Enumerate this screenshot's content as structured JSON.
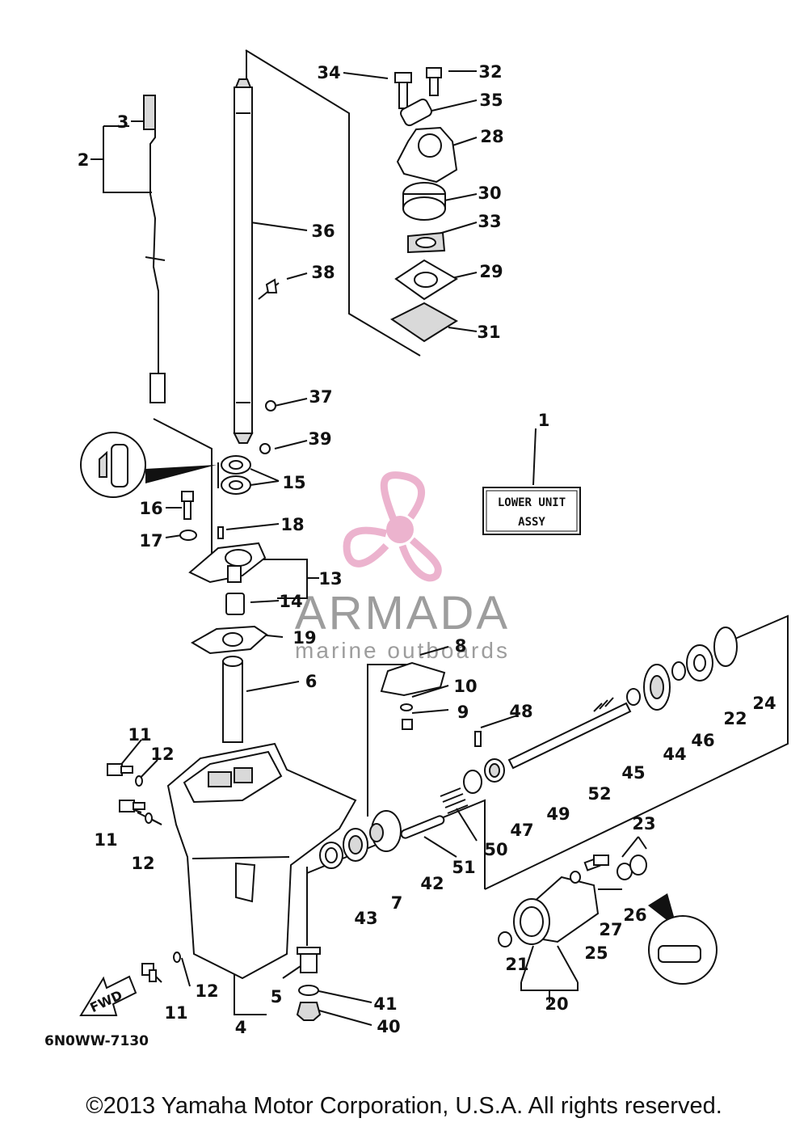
{
  "diagram_code": "6N0WW-7130",
  "assy_label": {
    "line1": "LOWER UNIT",
    "line2": "ASSY"
  },
  "fwd_label": "FWD",
  "watermark": {
    "brand": "ARMADA",
    "tagline": "marine outboards",
    "colors": {
      "propeller": "#e9a6c6",
      "text": "#8c8c8c"
    }
  },
  "copyright": "©2013 Yamaha Motor Corporation, U.S.A. All rights reserved.",
  "parts": [
    "1",
    "2",
    "3",
    "4",
    "5",
    "6",
    "7",
    "8",
    "9",
    "10",
    "11",
    "11",
    "11",
    "12",
    "12",
    "12",
    "13",
    "14",
    "15",
    "16",
    "17",
    "18",
    "19",
    "20",
    "21",
    "22",
    "23",
    "24",
    "25",
    "26",
    "27",
    "28",
    "29",
    "30",
    "31",
    "32",
    "33",
    "34",
    "35",
    "36",
    "37",
    "38",
    "39",
    "40",
    "41",
    "42",
    "43",
    "44",
    "45",
    "46",
    "47",
    "48",
    "49",
    "50",
    "51",
    "52"
  ]
}
